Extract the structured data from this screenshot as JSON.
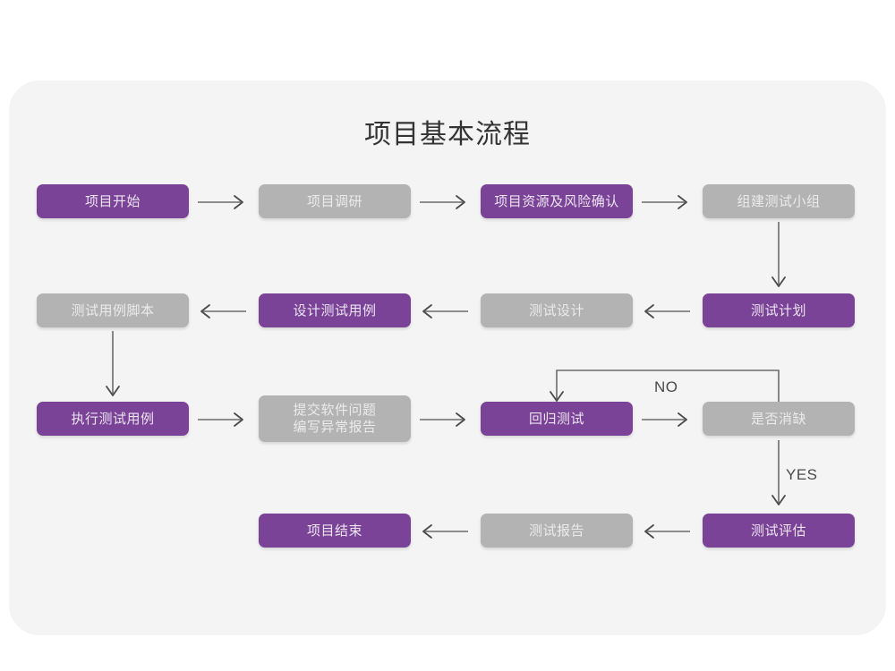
{
  "card": {
    "background_color": "#f4f4f4",
    "page_background_color": "#ffffff"
  },
  "title": "项目基本流程",
  "colors": {
    "purple": "#7b4397",
    "gray": "#b3b3b3",
    "purple_text": "#ece4f2",
    "gray_text": "#ebebeb",
    "arrow": "#6b6b6b",
    "title_text": "#333333"
  },
  "diagram_data": {
    "type": "flowchart",
    "title": "项目基本流程",
    "rows": 4,
    "nodes": [
      {
        "id": "n1",
        "label": "项目开始",
        "style": "purple",
        "row": 1,
        "col": 1
      },
      {
        "id": "n2",
        "label": "项目调研",
        "style": "gray",
        "row": 1,
        "col": 2
      },
      {
        "id": "n3",
        "label": "项目资源及风险确认",
        "style": "purple",
        "row": 1,
        "col": 3
      },
      {
        "id": "n4",
        "label": "组建测试小组",
        "style": "gray",
        "row": 1,
        "col": 4
      },
      {
        "id": "n5",
        "label": "测试用例脚本",
        "style": "gray",
        "row": 2,
        "col": 1
      },
      {
        "id": "n6",
        "label": "设计测试用例",
        "style": "purple",
        "row": 2,
        "col": 2
      },
      {
        "id": "n7",
        "label": "测试设计",
        "style": "gray",
        "row": 2,
        "col": 3
      },
      {
        "id": "n8",
        "label": "测试计划",
        "style": "purple",
        "row": 2,
        "col": 4
      },
      {
        "id": "n9",
        "label": "执行测试用例",
        "style": "purple",
        "row": 3,
        "col": 1
      },
      {
        "id": "n10",
        "label": "提交软件问题\n编写异常报告",
        "style": "gray",
        "row": 3,
        "col": 2
      },
      {
        "id": "n11",
        "label": "回归测试",
        "style": "purple",
        "row": 3,
        "col": 3
      },
      {
        "id": "n12",
        "label": "是否消缺",
        "style": "gray",
        "row": 3,
        "col": 4
      },
      {
        "id": "n13",
        "label": "项目结束",
        "style": "purple",
        "row": 4,
        "col": 2
      },
      {
        "id": "n14",
        "label": "测试报告",
        "style": "gray",
        "row": 4,
        "col": 3
      },
      {
        "id": "n15",
        "label": "测试评估",
        "style": "purple",
        "row": 4,
        "col": 4
      }
    ],
    "edges": [
      {
        "from": "n1",
        "to": "n2",
        "direction": "right",
        "label": ""
      },
      {
        "from": "n2",
        "to": "n3",
        "direction": "right",
        "label": ""
      },
      {
        "from": "n3",
        "to": "n4",
        "direction": "right",
        "label": ""
      },
      {
        "from": "n4",
        "to": "n8",
        "direction": "down",
        "label": ""
      },
      {
        "from": "n8",
        "to": "n7",
        "direction": "left",
        "label": ""
      },
      {
        "from": "n7",
        "to": "n6",
        "direction": "left",
        "label": ""
      },
      {
        "from": "n6",
        "to": "n5",
        "direction": "left",
        "label": ""
      },
      {
        "from": "n5",
        "to": "n9",
        "direction": "down",
        "label": ""
      },
      {
        "from": "n9",
        "to": "n10",
        "direction": "right",
        "label": ""
      },
      {
        "from": "n10",
        "to": "n11",
        "direction": "right",
        "label": ""
      },
      {
        "from": "n11",
        "to": "n12",
        "direction": "right",
        "label": ""
      },
      {
        "from": "n12",
        "to": "n11",
        "direction": "loop-up-left",
        "label": "NO"
      },
      {
        "from": "n12",
        "to": "n15",
        "direction": "down",
        "label": "YES"
      },
      {
        "from": "n15",
        "to": "n14",
        "direction": "left",
        "label": ""
      },
      {
        "from": "n14",
        "to": "n13",
        "direction": "left",
        "label": ""
      }
    ],
    "edge_labels": [
      "NO",
      "YES"
    ]
  },
  "labels": {
    "no": "NO",
    "yes": "YES"
  }
}
